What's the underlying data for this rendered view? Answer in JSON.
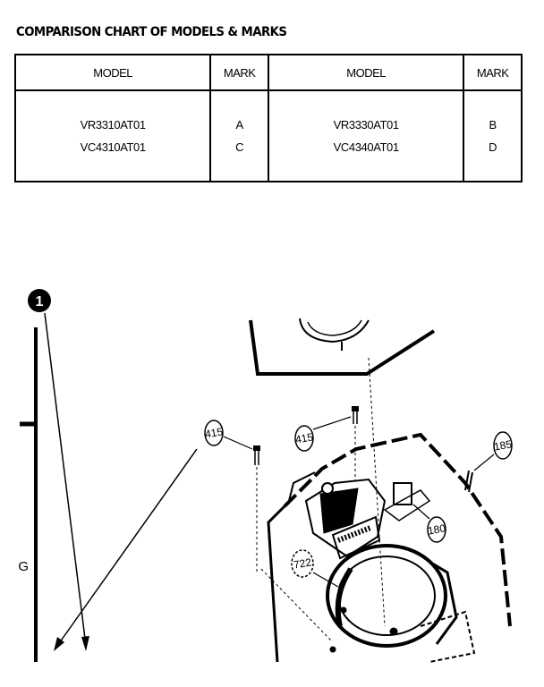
{
  "chart_title": "COMPARISON CHART OF MODELS & MARKS",
  "table": {
    "headers": [
      "MODEL",
      "MARK",
      "MODEL",
      "MARK"
    ],
    "rows": [
      [
        "VR3310AT01",
        "A",
        "VR3330AT01",
        "B"
      ],
      [
        "VC4310AT01",
        "C",
        "VC4340AT01",
        "D"
      ]
    ]
  },
  "diagram": {
    "step_marker": "1",
    "side_letter": "G",
    "callouts": {
      "left_screw": "415",
      "center_screw": "415",
      "right_part": "185",
      "bracket_part": "180",
      "ring_part": "722"
    }
  }
}
